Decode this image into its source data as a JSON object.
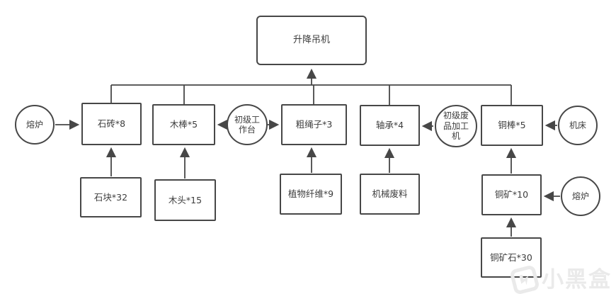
{
  "colors": {
    "line": "#474747",
    "box_border": "#474747",
    "text": "#3d3d3d",
    "background": "#ffffff",
    "watermark": "#eaeaea"
  },
  "nodes": {
    "root": {
      "label": "升降吊机"
    },
    "stone_brick": {
      "label": "石砖*8"
    },
    "wood_stick": {
      "label": "木棒*5"
    },
    "rough_rope": {
      "label": "粗绳子*3"
    },
    "bearing": {
      "label": "轴承*4"
    },
    "copper_rod": {
      "label": "铜棒*5"
    },
    "stone": {
      "label": "石块*32"
    },
    "wood": {
      "label": "木头*15"
    },
    "plant_fiber": {
      "label": "植物纤维*9"
    },
    "mech_scrap": {
      "label": "机械废料"
    },
    "copper_ore": {
      "label": "铜矿*10"
    },
    "copper_ore_rock": {
      "label": "铜矿石*30"
    }
  },
  "machines": {
    "furnace_left": {
      "label": "熔炉"
    },
    "workbench": {
      "label": "初级工作台"
    },
    "scrap_processor": {
      "label": "初级废品加工机"
    },
    "machine_tool": {
      "label": "机床"
    },
    "furnace_right": {
      "label": "熔炉"
    }
  },
  "edges": [
    {
      "from": "石砖*8",
      "to": "升降吊机"
    },
    {
      "from": "木棒*5",
      "to": "升降吊机"
    },
    {
      "from": "粗绳子*3",
      "to": "升降吊机"
    },
    {
      "from": "轴承*4",
      "to": "升降吊机"
    },
    {
      "from": "铜棒*5",
      "to": "升降吊机"
    },
    {
      "from": "熔炉",
      "to": "石砖*8"
    },
    {
      "from": "石块*32",
      "to": "石砖*8"
    },
    {
      "from": "初级工作台",
      "to": "木棒*5"
    },
    {
      "from": "初级工作台",
      "to": "粗绳子*3"
    },
    {
      "from": "木头*15",
      "to": "木棒*5"
    },
    {
      "from": "植物纤维*9",
      "to": "粗绳子*3"
    },
    {
      "from": "初级废品加工机",
      "to": "轴承*4"
    },
    {
      "from": "机械废料",
      "to": "轴承*4"
    },
    {
      "from": "机床",
      "to": "铜棒*5"
    },
    {
      "from": "铜矿*10",
      "to": "铜棒*5"
    },
    {
      "from": "熔炉",
      "to": "铜矿*10"
    },
    {
      "from": "铜矿石*30",
      "to": "铜矿*10"
    }
  ],
  "watermark": {
    "logo": "xiaoheihe-logo",
    "text": "小黑盒"
  }
}
